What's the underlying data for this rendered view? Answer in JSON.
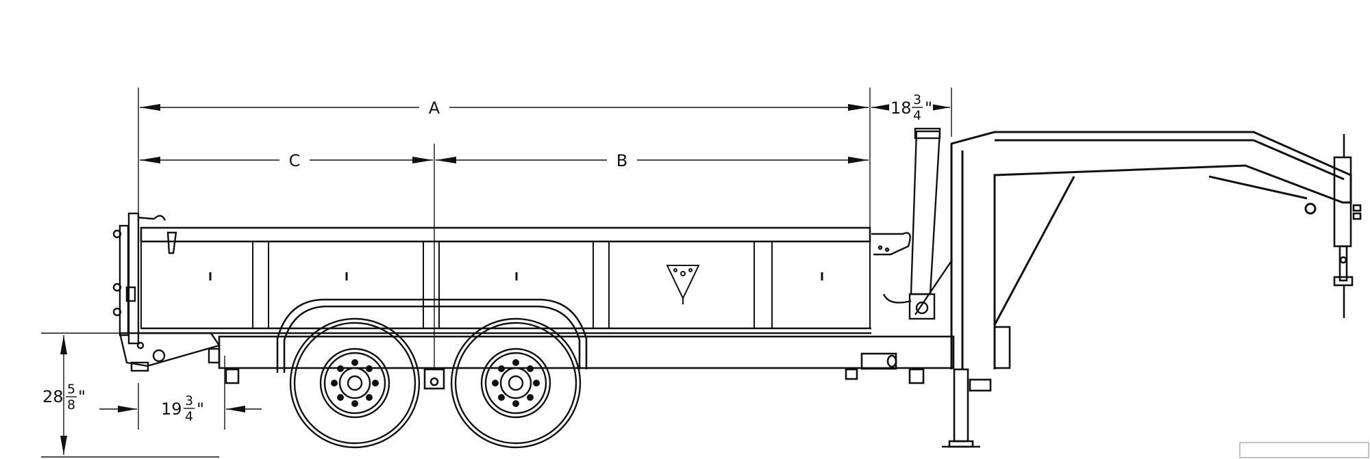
{
  "dimensions": {
    "overall": "A",
    "rear_section": "C",
    "front_section": "B",
    "gooseneck_offset": {
      "whole": "18",
      "numerator": "3",
      "denominator": "4",
      "unit": "\""
    },
    "deck_height": {
      "whole": "28",
      "numerator": "5",
      "denominator": "8",
      "unit": "\""
    },
    "rear_overhang": {
      "whole": "19",
      "numerator": "3",
      "denominator": "4",
      "unit": "\""
    }
  }
}
